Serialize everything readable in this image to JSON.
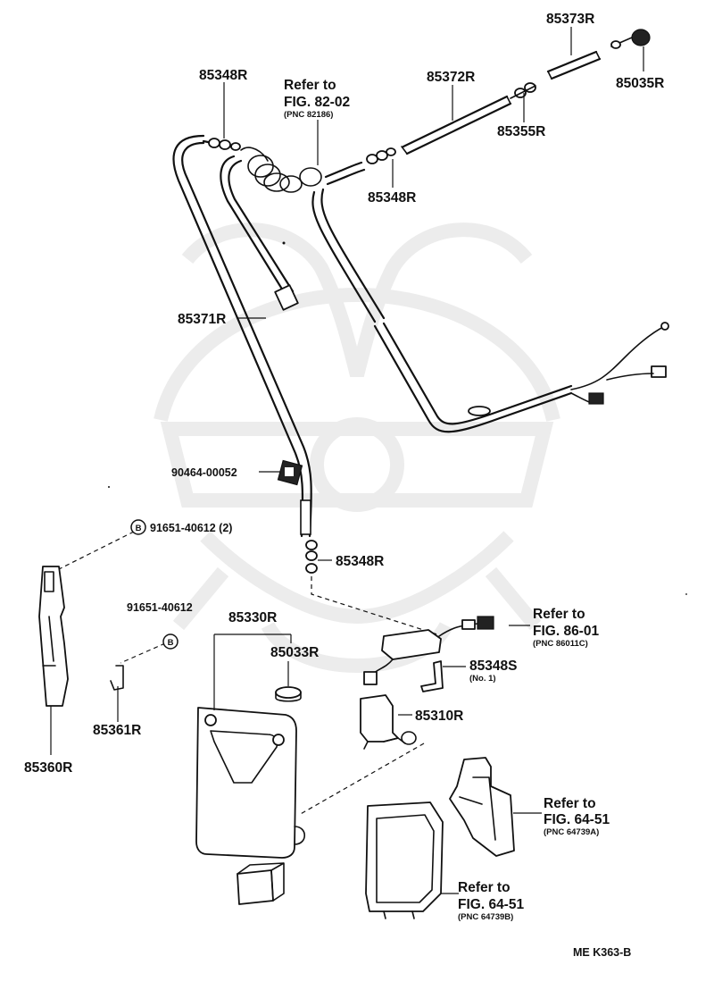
{
  "labels": {
    "p85373R": "85373R",
    "p85035R": "85035R",
    "p85348R_top": "85348R",
    "refer_82_line1": "Refer to",
    "refer_82_line2": "FIG. 82-02",
    "refer_82_line3": "(PNC 82186)",
    "p85372R": "85372R",
    "p85355R": "85355R",
    "p85348R_mid": "85348R",
    "p85371R": "85371R",
    "p90464": "90464-00052",
    "bolt_top": "91651-40612 (2)",
    "p85348R_low": "85348R",
    "refer_86_line1": "Refer to",
    "refer_86_line2": "FIG. 86-01",
    "refer_86_line3": "(PNC 86011C)",
    "bolt_left": "91651-40612",
    "p85330R": "85330R",
    "p85033R": "85033R",
    "p85348S": "85348S",
    "p85348S_note": "(No. 1)",
    "p85310R": "85310R",
    "p85361R": "85361R",
    "p85360R": "85360R",
    "refer_64a_line1": "Refer to",
    "refer_64a_line2": "FIG. 64-51",
    "refer_64a_line3": "(PNC 64739A)",
    "refer_64b_line1": "Refer to",
    "refer_64b_line2": "FIG. 64-51",
    "refer_64b_line3": "(PNC 64739B)",
    "bolt_symbol": "B",
    "footer_code": "ME  K363-B"
  },
  "icons": {
    "watermark": "samurai-helmet-watermark",
    "bolt": "circled-b-bolt-icon"
  }
}
